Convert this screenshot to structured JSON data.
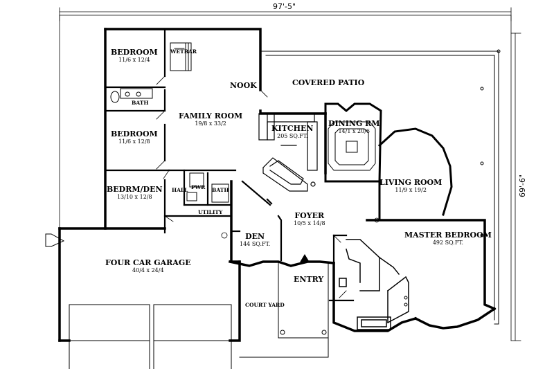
{
  "dimensions": {
    "width": "97'-5\"",
    "depth": "69'-6\""
  },
  "rooms": {
    "bedroom1": {
      "name": "BEDROOM",
      "size": "11/6 x 12/4"
    },
    "wetbar": {
      "name": "WETBAR"
    },
    "bath": {
      "name": "BATH"
    },
    "bedroom2": {
      "name": "BEDROOM",
      "size": "11/6 x 12/8"
    },
    "bedrm_den": {
      "name": "BEDRM/DEN",
      "size": "13/10 x 12/8"
    },
    "family": {
      "name": "FAMILY ROOM",
      "size": "19/8 x 33/2"
    },
    "nook": {
      "name": "NOOK"
    },
    "patio": {
      "name": "COVERED PATIO"
    },
    "kitchen": {
      "name": "KITCHEN",
      "size": "205 SQ.FT."
    },
    "dining": {
      "name": "DINING RM",
      "size": "14/1 x 20/6"
    },
    "living": {
      "name": "LIVING ROOM",
      "size": "11/9 x 19/2"
    },
    "hall": {
      "name": "HALL"
    },
    "pwr": {
      "name": "PWR"
    },
    "bath2": {
      "name": "BATH"
    },
    "utility": {
      "name": "UTILITY"
    },
    "foyer": {
      "name": "FOYER",
      "size": "10/5 x 14/8"
    },
    "den": {
      "name": "DEN",
      "size": "144 SQ.FT."
    },
    "master": {
      "name": "MASTER BEDROOM",
      "size": "492 SQ.FT."
    },
    "garage": {
      "name": "FOUR CAR GARAGE",
      "size": "40/4 x 24/4"
    },
    "entry": {
      "name": "ENTRY"
    },
    "courtyard": {
      "name": "COURT YARD"
    }
  }
}
